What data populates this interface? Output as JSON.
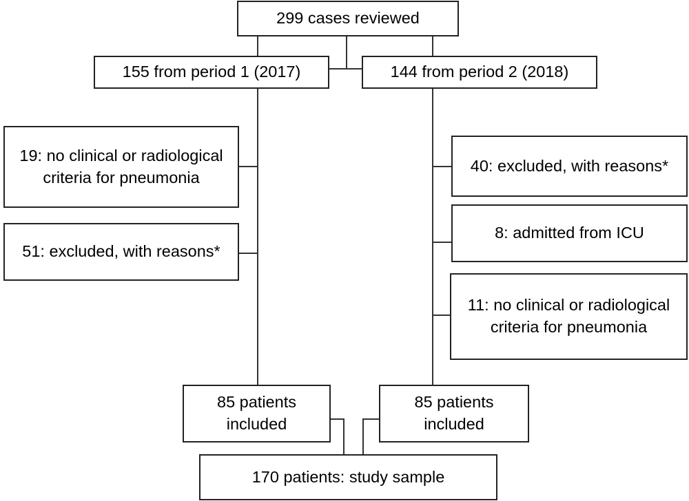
{
  "diagram": {
    "top": "299 cases reviewed",
    "period1": "155 from period 1 (2017)",
    "period2": "144 from period 2 (2018)",
    "left_exclusions": [
      "19: no clinical or radiological criteria for pneumonia",
      "51: excluded, with reasons*"
    ],
    "right_exclusions": [
      "40: excluded, with reasons*",
      "8: admitted from ICU",
      "11: no clinical or radiological criteria for pneumonia"
    ],
    "left_included": "85 patients included",
    "right_included": "85 patients included",
    "sample": "170 patients: study sample"
  }
}
